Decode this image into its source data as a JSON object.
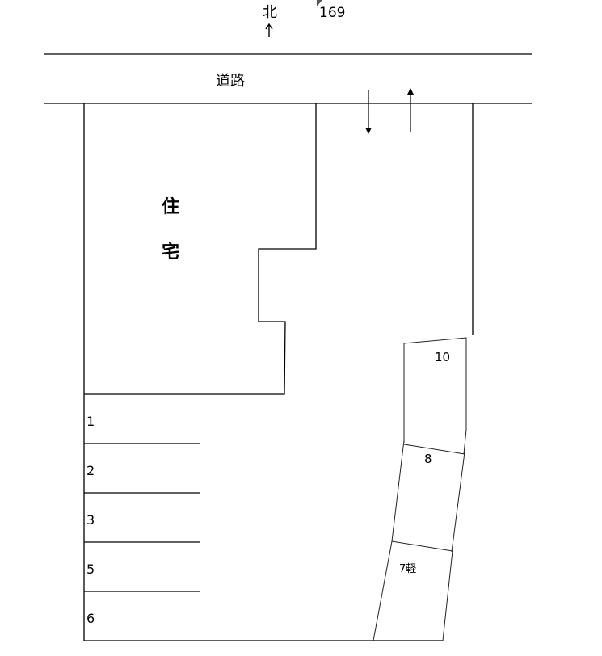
{
  "compass": {
    "label": "北",
    "arrow": "↑"
  },
  "corner_number": "169",
  "road": {
    "label": "道路"
  },
  "house": {
    "char1": "住",
    "char2": "宅"
  },
  "parking_left": [
    {
      "label": "1"
    },
    {
      "label": "2"
    },
    {
      "label": "3"
    },
    {
      "label": "5"
    },
    {
      "label": "6"
    }
  ],
  "parking_right": [
    {
      "label": "10"
    },
    {
      "label": "8"
    },
    {
      "label": "7軽"
    }
  ],
  "entrance_arrows": {
    "in": "down",
    "out": "up"
  },
  "colors": {
    "line": "#000000",
    "background": "#ffffff"
  }
}
